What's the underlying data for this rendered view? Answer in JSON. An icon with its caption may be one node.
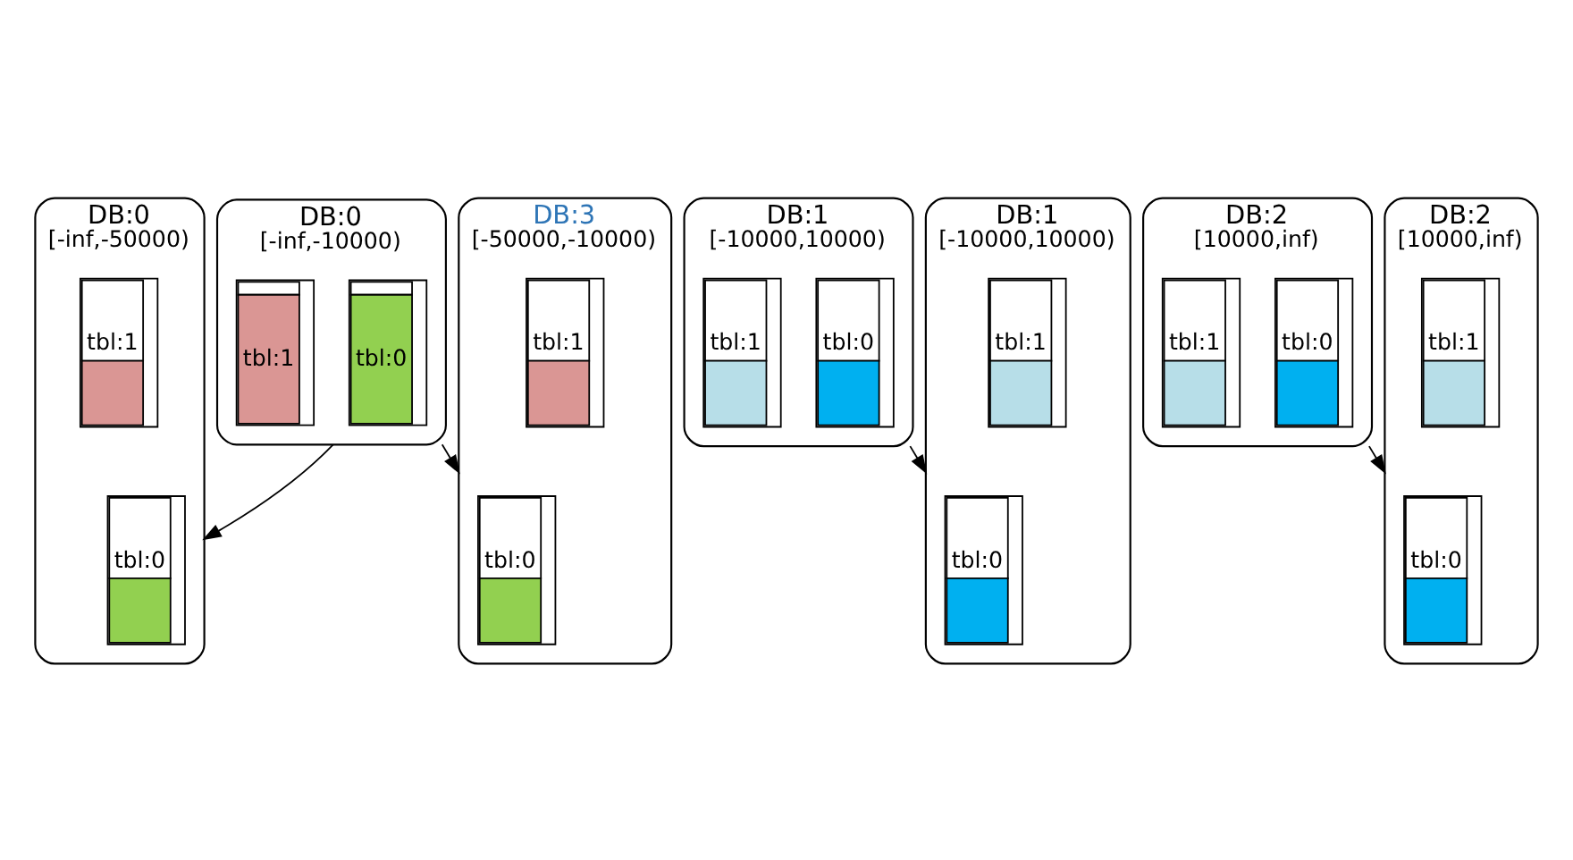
{
  "diagram": {
    "nodes": [
      {
        "text": [
          "DB:0",
          "[-inf,-10000)"
        ]
      },
      {
        "text": [
          "tbl:0"
        ],
        "in": 0
      },
      {
        "text": [
          "tbl:1"
        ],
        "in": 0
      },
      {
        "text": [
          "DB:1",
          "[-10000,10000)"
        ]
      },
      {
        "text": [
          "tbl:0"
        ],
        "in": 3
      },
      {
        "text": [
          "tbl:1"
        ],
        "in": 3
      },
      {
        "text": [
          "DB:2",
          "[10000,inf)"
        ]
      },
      {
        "text": [
          "tbl:0"
        ],
        "in": 6
      },
      {
        "text": [
          "tbl:1"
        ],
        "in": 6
      },
      {
        "text": [
          "DB:0",
          "[-inf,-50000)"
        ]
      },
      {
        "text": [
          "tbl:0"
        ],
        "in": 9
      },
      {
        "text": [
          "tbl:1"
        ],
        "in": 9
      },
      {
        "text": [
          "DB:3",
          "[-50000,-10000)"
        ]
      },
      {
        "text": [
          "tbl:0"
        ],
        "in": 12
      },
      {
        "text": [
          "tbl:1"
        ],
        "in": 12
      },
      {
        "text": [
          "DB:1",
          "[-10000,10000)"
        ]
      },
      {
        "text": [
          "tbl:0"
        ],
        "in": 15
      },
      {
        "text": [
          "tbl:1"
        ],
        "in": 15
      },
      {
        "text": [
          "DB:2",
          "[10000,inf)"
        ]
      },
      {
        "text": [
          "tbl:0"
        ],
        "in": 18
      },
      {
        "text": [
          "tbl:1"
        ],
        "in": 18
      }
    ],
    "edges": [
      {
        "from": 0,
        "to": 9,
        "arrow": "to"
      },
      {
        "from": 0,
        "to": 12,
        "arrow": "to"
      },
      {
        "from": 3,
        "to": 15,
        "arrow": "to"
      },
      {
        "from": 6,
        "to": 18,
        "arrow": "to"
      }
    ]
  }
}
